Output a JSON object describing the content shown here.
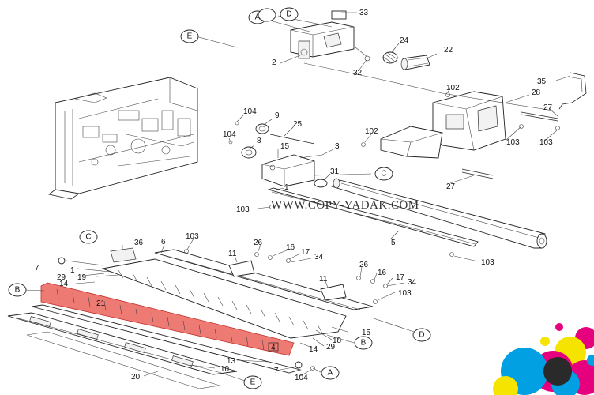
{
  "diagram": {
    "watermark": "WWW.COPY-YADAK.COM",
    "highlight_color": "#e8463f",
    "part_labels": [
      {
        "id": "p33",
        "text": "33"
      },
      {
        "id": "p24",
        "text": "24"
      },
      {
        "id": "p22",
        "text": "22"
      },
      {
        "id": "p2",
        "text": "2"
      },
      {
        "id": "p32",
        "text": "32"
      },
      {
        "id": "p35",
        "text": "35"
      },
      {
        "id": "p102a",
        "text": "102"
      },
      {
        "id": "p28",
        "text": "28"
      },
      {
        "id": "p27a",
        "text": "27"
      },
      {
        "id": "p104a",
        "text": "104"
      },
      {
        "id": "p9",
        "text": "9"
      },
      {
        "id": "p25",
        "text": "25"
      },
      {
        "id": "p104b",
        "text": "104"
      },
      {
        "id": "p8",
        "text": "8"
      },
      {
        "id": "p15a",
        "text": "15"
      },
      {
        "id": "p3",
        "text": "3"
      },
      {
        "id": "p102b",
        "text": "102"
      },
      {
        "id": "p103a",
        "text": "103"
      },
      {
        "id": "p103b",
        "text": "103"
      },
      {
        "id": "p31",
        "text": "31"
      },
      {
        "id": "p1",
        "text": "1"
      },
      {
        "id": "p27b",
        "text": "27"
      },
      {
        "id": "p103c",
        "text": "103"
      },
      {
        "id": "p5",
        "text": "5"
      },
      {
        "id": "p36",
        "text": "36"
      },
      {
        "id": "p6",
        "text": "6"
      },
      {
        "id": "p103d",
        "text": "103"
      },
      {
        "id": "p26a",
        "text": "26"
      },
      {
        "id": "p16a",
        "text": "16"
      },
      {
        "id": "p17a",
        "text": "17"
      },
      {
        "id": "p34a",
        "text": "34"
      },
      {
        "id": "p11a",
        "text": "11"
      },
      {
        "id": "p103e",
        "text": "103"
      },
      {
        "id": "p7a",
        "text": "7"
      },
      {
        "id": "p1b",
        "text": "1"
      },
      {
        "id": "p29a",
        "text": "29"
      },
      {
        "id": "p19",
        "text": "19"
      },
      {
        "id": "p14a",
        "text": "14"
      },
      {
        "id": "p26b",
        "text": "26"
      },
      {
        "id": "p16b",
        "text": "16"
      },
      {
        "id": "p17b",
        "text": "17"
      },
      {
        "id": "p34b",
        "text": "34"
      },
      {
        "id": "p11b",
        "text": "11"
      },
      {
        "id": "p21",
        "text": "21"
      },
      {
        "id": "p103f",
        "text": "103"
      },
      {
        "id": "p15b",
        "text": "15"
      },
      {
        "id": "p18",
        "text": "18"
      },
      {
        "id": "p29b",
        "text": "29"
      },
      {
        "id": "p14b",
        "text": "14"
      },
      {
        "id": "p4",
        "text": "4"
      },
      {
        "id": "p13",
        "text": "13"
      },
      {
        "id": "p7b",
        "text": "7"
      },
      {
        "id": "p10",
        "text": "10"
      },
      {
        "id": "p104c",
        "text": "104"
      },
      {
        "id": "p20",
        "text": "20"
      }
    ],
    "callouts": [
      {
        "id": "cA1",
        "text": "A"
      },
      {
        "id": "cD1",
        "text": "D"
      },
      {
        "id": "cE1",
        "text": "E"
      },
      {
        "id": "cC1",
        "text": "C"
      },
      {
        "id": "cC2",
        "text": "C"
      },
      {
        "id": "cB1",
        "text": "B"
      },
      {
        "id": "cB2",
        "text": "B"
      },
      {
        "id": "cD2",
        "text": "D"
      },
      {
        "id": "cA2",
        "text": "A"
      },
      {
        "id": "cE2",
        "text": "E"
      }
    ]
  }
}
